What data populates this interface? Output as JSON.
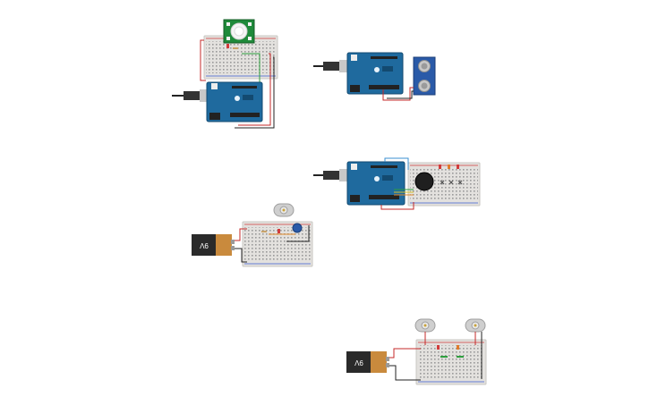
{
  "canvas": {
    "background": "#ffffff"
  },
  "colors": {
    "arduino_board": "#1f6a9e",
    "arduino_dark": "#134a70",
    "breadboard": "#e3e1de",
    "breadboard_hole": "#9a9a9a",
    "rail_red": "#d13b3b",
    "rail_blue": "#3b5bd1",
    "wire_red": "#c62828",
    "wire_black": "#222222",
    "wire_green": "#2e9e3e",
    "wire_orange": "#e0892b",
    "wire_yellow": "#d6c22a",
    "battery_body": "#2a2a2a",
    "battery_top": "#c98a3d",
    "pir_board": "#1f8a3a",
    "ultrasonic_board": "#2a5aa8"
  },
  "circuits": [
    {
      "id": "pir-motion",
      "components": [
        "arduino-uno",
        "breadboard",
        "pir-sensor",
        "usb-cable"
      ]
    },
    {
      "id": "ultrasonic",
      "components": [
        "arduino-uno",
        "ultrasonic-sensor",
        "usb-cable"
      ]
    },
    {
      "id": "buzzer-leds",
      "components": [
        "arduino-uno",
        "breadboard",
        "piezo-buzzer",
        "leds",
        "resistors",
        "usb-cable"
      ]
    },
    {
      "id": "battery-motor-pot",
      "components": [
        "battery-9v",
        "breadboard",
        "dc-motor",
        "potentiometer",
        "resistor"
      ]
    },
    {
      "id": "battery-two-motors",
      "components": [
        "battery-9v",
        "breadboard",
        "dc-motor",
        "dc-motor",
        "leds",
        "resistors"
      ]
    }
  ],
  "labels": {
    "battery": "9V"
  }
}
